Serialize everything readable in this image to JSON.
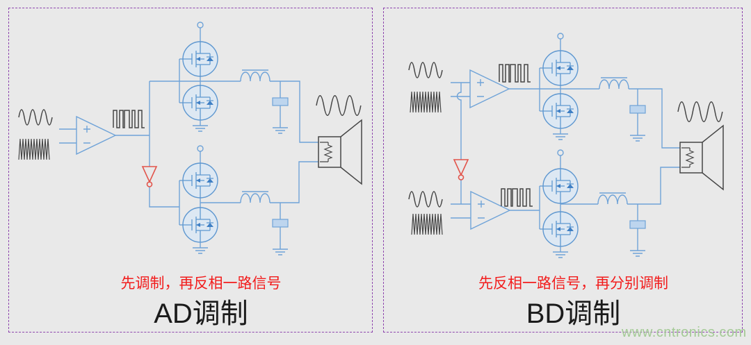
{
  "page": {
    "background": "#e9e9e9",
    "watermark": "www.cntronics.com"
  },
  "panels": [
    {
      "id": "ad",
      "title": "AD调制",
      "caption": "先调制，再反相一路信号"
    },
    {
      "id": "bd",
      "title": "BD调制",
      "caption": "先反相一路信号，再分别调制"
    }
  ],
  "schematic_symbols": [
    "sine-wave-icon",
    "triangle-carrier-wave-icon",
    "comparator-icon",
    "pwm-waveform-icon",
    "inverter-icon",
    "mosfet-icon",
    "body-diode-icon",
    "power-terminal-icon",
    "inductor-icon",
    "capacitor-icon",
    "ground-icon",
    "speaker-icon"
  ],
  "colors": {
    "background": "#e9e9e9",
    "circuit_blue": "#6fa3d8",
    "mosfet_blue": "#5e97d0",
    "signal_dark": "#454545",
    "inverter_red": "#e2544b",
    "caption_red": "#f21c1c",
    "title_black": "#1b1b1b",
    "border_purple": "#8d44ad",
    "watermark_green": "#a4ca96"
  }
}
